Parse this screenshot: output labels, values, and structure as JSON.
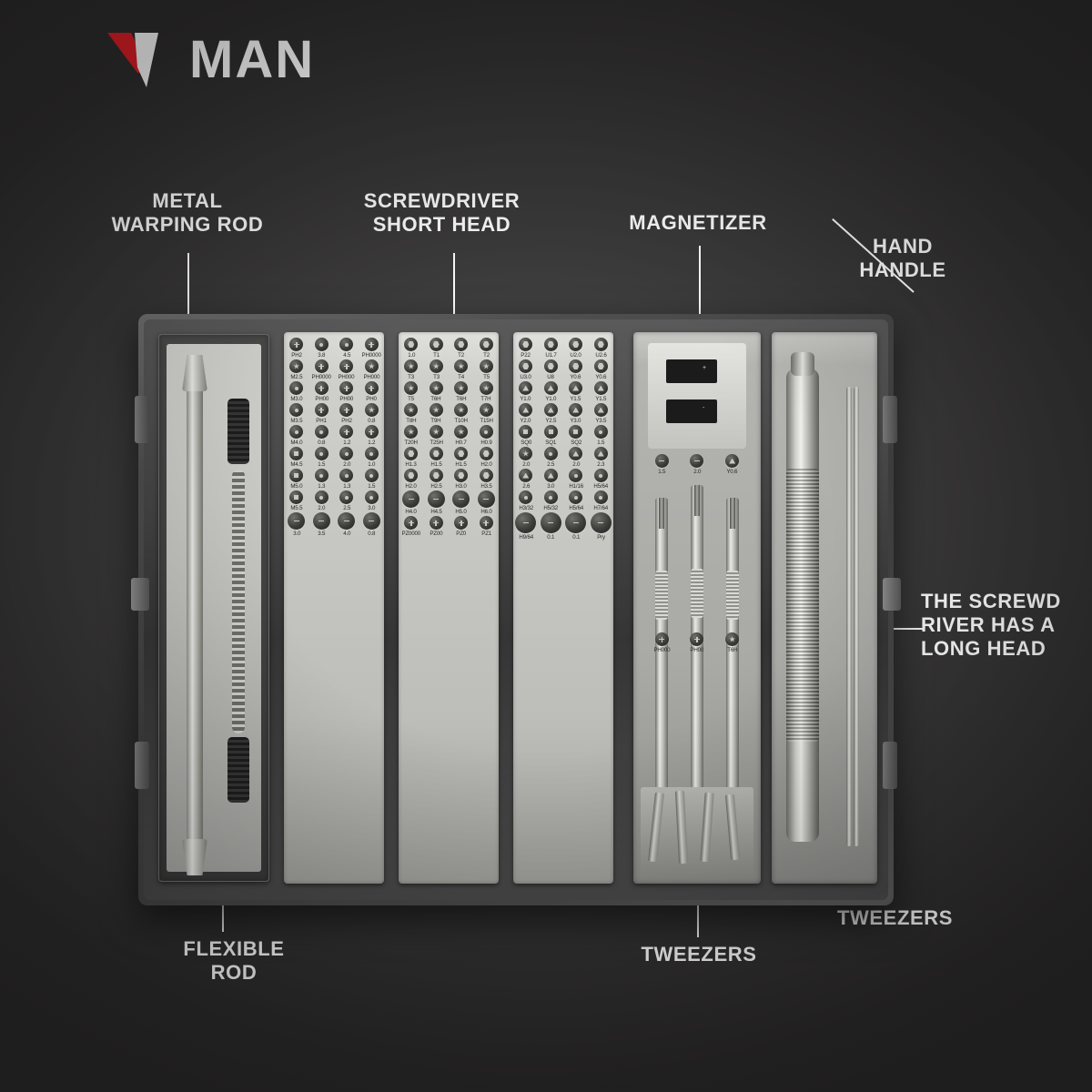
{
  "brand": {
    "name": "MAN",
    "logo_icon": "v-chevron-logo",
    "accent_color": "#e01f26",
    "text_color": "#ffffff"
  },
  "background_color": "#3a3939",
  "callouts": [
    {
      "id": "metal-warping-rod",
      "text": "METAL\nWARPING ROD",
      "align": "center"
    },
    {
      "id": "screwdriver-short-head",
      "text": "SCREWDRIVER\nSHORT HEAD",
      "align": "center"
    },
    {
      "id": "magnetizer",
      "text": "MAGNETIZER",
      "align": "center"
    },
    {
      "id": "hand-handle",
      "text": "HAND\nHANDLE",
      "align": "center"
    },
    {
      "id": "screwdriver-long-head",
      "text": "THE SCREWD\nRIVER HAS A\nLONG HEAD",
      "align": "left"
    },
    {
      "id": "tweezers-right",
      "text": "TWEEZERS",
      "align": "left"
    },
    {
      "id": "tweezers-bottom",
      "text": "TWEEZERS",
      "align": "center"
    },
    {
      "id": "flexible-rod",
      "text": "FLEXIBLE\nROD",
      "align": "center"
    }
  ],
  "magnetizer": {
    "slot_labels": [
      "+",
      "-"
    ],
    "bit_labels": [
      "1.5",
      "2.0",
      "Y0.6"
    ]
  },
  "precision_drivers": {
    "labels": [
      "PH000",
      "PH00",
      "T6H"
    ]
  },
  "bit_strips": [
    {
      "id": "strip-1",
      "rows": [
        {
          "icons": [
            "cross",
            "dot",
            "dot",
            "cross"
          ],
          "labels": [
            "PH2",
            "3.8",
            "4.5",
            "PH0000"
          ]
        },
        {
          "icons": [
            "star",
            "cross",
            "cross",
            "star"
          ],
          "labels": [
            "M2.5",
            "PH0000",
            "PH000",
            "PH000"
          ]
        },
        {
          "icons": [
            "dot",
            "cross",
            "cross",
            "cross"
          ],
          "labels": [
            "M3.0",
            "PH00",
            "PH00",
            "PH0"
          ]
        },
        {
          "icons": [
            "dot",
            "cross",
            "cross",
            "star"
          ],
          "labels": [
            "M3.5",
            "PH1",
            "PH2",
            "0.8"
          ]
        },
        {
          "icons": [
            "dot",
            "dot",
            "cross",
            "cross"
          ],
          "labels": [
            "M4.0",
            "0.8",
            "1.2",
            "1.2"
          ]
        },
        {
          "icons": [
            "sq",
            "dot",
            "dot",
            "dot"
          ],
          "labels": [
            "M4.5",
            "1.5",
            "2.0",
            "1.0"
          ]
        },
        {
          "icons": [
            "sq",
            "dot",
            "dot",
            "dot"
          ],
          "labels": [
            "M5.0",
            "1.3",
            "1.3",
            "1.5"
          ]
        },
        {
          "icons": [
            "sq",
            "dot",
            "dot",
            "dot"
          ],
          "labels": [
            "M5.5",
            "2.0",
            "2.5",
            "3.0"
          ]
        },
        {
          "icons": [
            "big",
            "big",
            "big",
            "big"
          ],
          "labels": [
            "3.0",
            "3.5",
            "4.0",
            "0.8"
          ]
        }
      ]
    },
    {
      "id": "strip-2",
      "rows": [
        {
          "icons": [
            "hex",
            "hex",
            "hex",
            "hex"
          ],
          "labels": [
            "1.0",
            "T1",
            "T2",
            "T2"
          ]
        },
        {
          "icons": [
            "star",
            "star",
            "star",
            "star"
          ],
          "labels": [
            "T3",
            "T3",
            "T4",
            "T5"
          ]
        },
        {
          "icons": [
            "star",
            "star",
            "star",
            "star"
          ],
          "labels": [
            "T5",
            "T6H",
            "T6H",
            "T7H"
          ]
        },
        {
          "icons": [
            "star",
            "star",
            "star",
            "star"
          ],
          "labels": [
            "T8H",
            "T9H",
            "T10H",
            "T15H"
          ]
        },
        {
          "icons": [
            "star",
            "star",
            "star",
            "dot"
          ],
          "labels": [
            "T20H",
            "T25H",
            "H0.7",
            "H0.9"
          ]
        },
        {
          "icons": [
            "hex",
            "hex",
            "hex",
            "hex"
          ],
          "labels": [
            "H1.3",
            "H1.5",
            "H1.5",
            "H2.0"
          ]
        },
        {
          "icons": [
            "hex",
            "hex",
            "hex",
            "hex"
          ],
          "labels": [
            "H2.0",
            "H2.5",
            "H3.0",
            "H3.5"
          ]
        },
        {
          "icons": [
            "big",
            "big",
            "big",
            "big"
          ],
          "labels": [
            "H4.0",
            "H4.5",
            "H5.0",
            "H6.0"
          ]
        },
        {
          "icons": [
            "cross",
            "cross",
            "cross",
            "cross"
          ],
          "labels": [
            "PZ0000",
            "PZ00",
            "PZ0",
            "PZ1"
          ]
        }
      ]
    },
    {
      "id": "strip-3",
      "rows": [
        {
          "icons": [
            "hex",
            "hex",
            "hex",
            "hex"
          ],
          "labels": [
            "P22",
            "U1.7",
            "U2.0",
            "U2.6"
          ]
        },
        {
          "icons": [
            "hex",
            "hex",
            "hex",
            "hex"
          ],
          "labels": [
            "U3.0",
            "U8",
            "Y0.6",
            "Y0.6"
          ]
        },
        {
          "icons": [
            "tri",
            "tri",
            "tri",
            "tri"
          ],
          "labels": [
            "Y1.0",
            "Y1.0",
            "Y1.5",
            "Y1.5"
          ]
        },
        {
          "icons": [
            "tri",
            "tri",
            "tri",
            "tri"
          ],
          "labels": [
            "Y2.0",
            "Y2.5",
            "Y3.0",
            "Y3.5"
          ]
        },
        {
          "icons": [
            "sq",
            "sq",
            "sq",
            "dot"
          ],
          "labels": [
            "SQ0",
            "SQ1",
            "SQ2",
            "1.5"
          ]
        },
        {
          "icons": [
            "star",
            "dot",
            "tri",
            "tri"
          ],
          "labels": [
            "2.0",
            "2.5",
            "2.0",
            "2.3"
          ]
        },
        {
          "icons": [
            "tri",
            "tri",
            "dot",
            "dot"
          ],
          "labels": [
            "2.6",
            "3.0",
            "H1/16",
            "H5/64"
          ]
        },
        {
          "icons": [
            "dot",
            "dot",
            "dot",
            "dot"
          ],
          "labels": [
            "H3/32",
            "H5/32",
            "H5/64",
            "H7/64"
          ]
        },
        {
          "icons": [
            "xl",
            "xl",
            "xl",
            "xl"
          ],
          "labels": [
            "H9/64",
            "0.1",
            "0.1",
            "Pry"
          ]
        }
      ]
    }
  ]
}
